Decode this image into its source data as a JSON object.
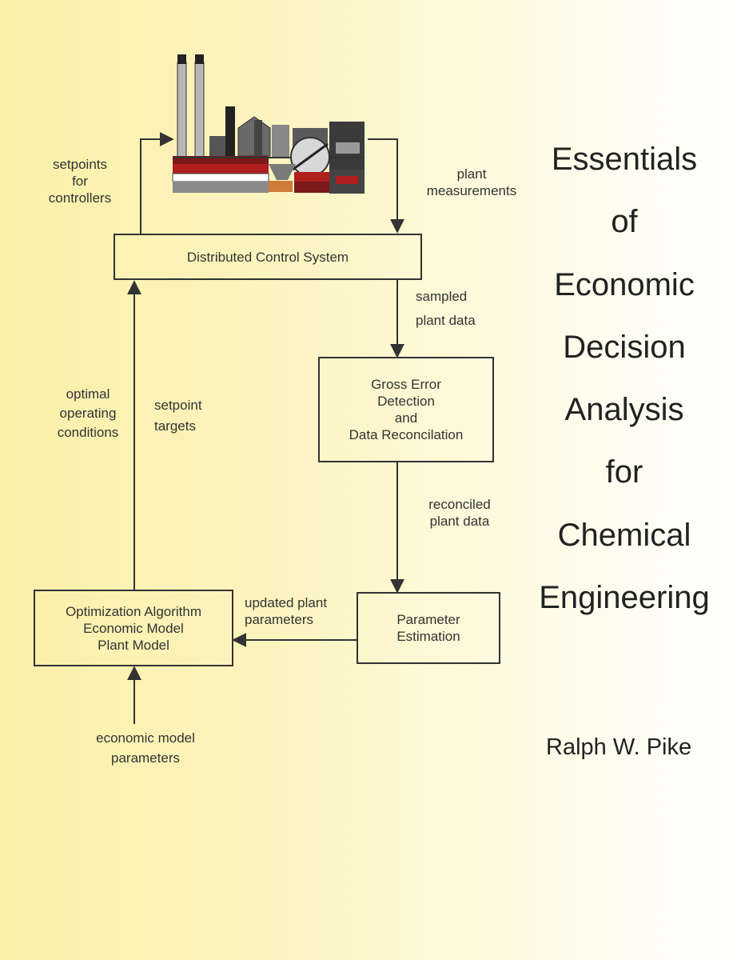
{
  "title_lines": [
    "Essentials",
    "of",
    "Economic",
    "Decision",
    "Analysis",
    "for",
    "Chemical",
    "Engineering"
  ],
  "author": "Ralph W. Pike",
  "boxes": {
    "dcs": [
      "Distributed Control System"
    ],
    "gross_error": [
      "Gross  Error",
      "Detection",
      "and",
      "Data Reconcilation"
    ],
    "param_est": [
      "Parameter",
      "Estimation"
    ],
    "optimization": [
      "Optimization  Algorithm",
      "Economic Model",
      "Plant Model"
    ]
  },
  "labels": {
    "setpoints": [
      "setpoints",
      "for",
      "controllers"
    ],
    "plant_measurements": [
      "plant",
      "measurements"
    ],
    "sampled": [
      "sampled",
      "plant data"
    ],
    "reconciled": [
      "reconciled",
      "plant data"
    ],
    "updated": [
      "updated plant",
      "parameters"
    ],
    "optimal": [
      "optimal",
      "operating",
      "conditions"
    ],
    "setpoint_targets": [
      "setpoint",
      "targets"
    ],
    "economic": [
      "economic model",
      "parameters"
    ]
  },
  "plant_icon": "chemical-plant-icon"
}
